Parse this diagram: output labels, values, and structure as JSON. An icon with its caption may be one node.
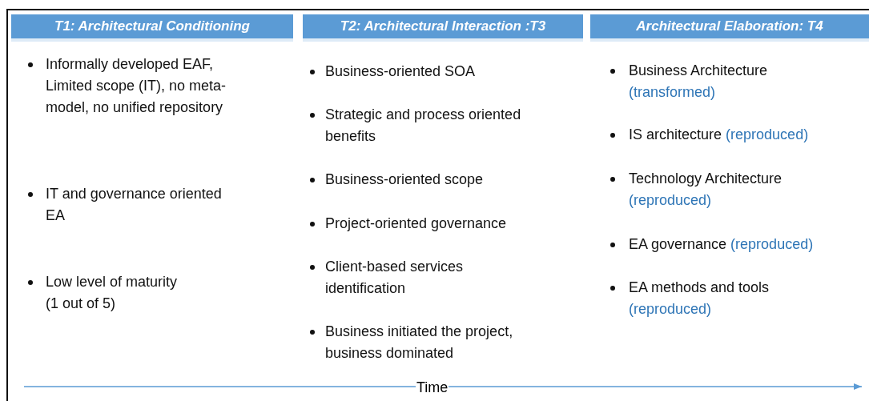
{
  "diagram": {
    "nodes": [
      {
        "text": [
          "T1: Architectural Conditioning"
        ]
      },
      {
        "text": [
          "T2: Architectural Interaction :T3"
        ]
      },
      {
        "text": [
          "Architectural Elaboration: T4"
        ]
      }
    ],
    "labels": [
      "Informally developed EAF, Limited scope (IT), no meta-model, no unified repository",
      "IT and governance oriented EA",
      "Low level of maturity (1 out of 5)",
      "Business-oriented SOA",
      "Strategic and process oriented benefits",
      "Business-oriented scope",
      "Project-oriented governance",
      "Client-based services identification",
      "Business initiated the project, business dominated",
      "Business Architecture",
      "(transformed)",
      "IS architecture",
      "(reproduced)",
      "Technology Architecture",
      "(reproduced)",
      "EA governance",
      "(reproduced)",
      "EA methods and tools",
      "(reproduced)",
      "Time"
    ]
  }
}
